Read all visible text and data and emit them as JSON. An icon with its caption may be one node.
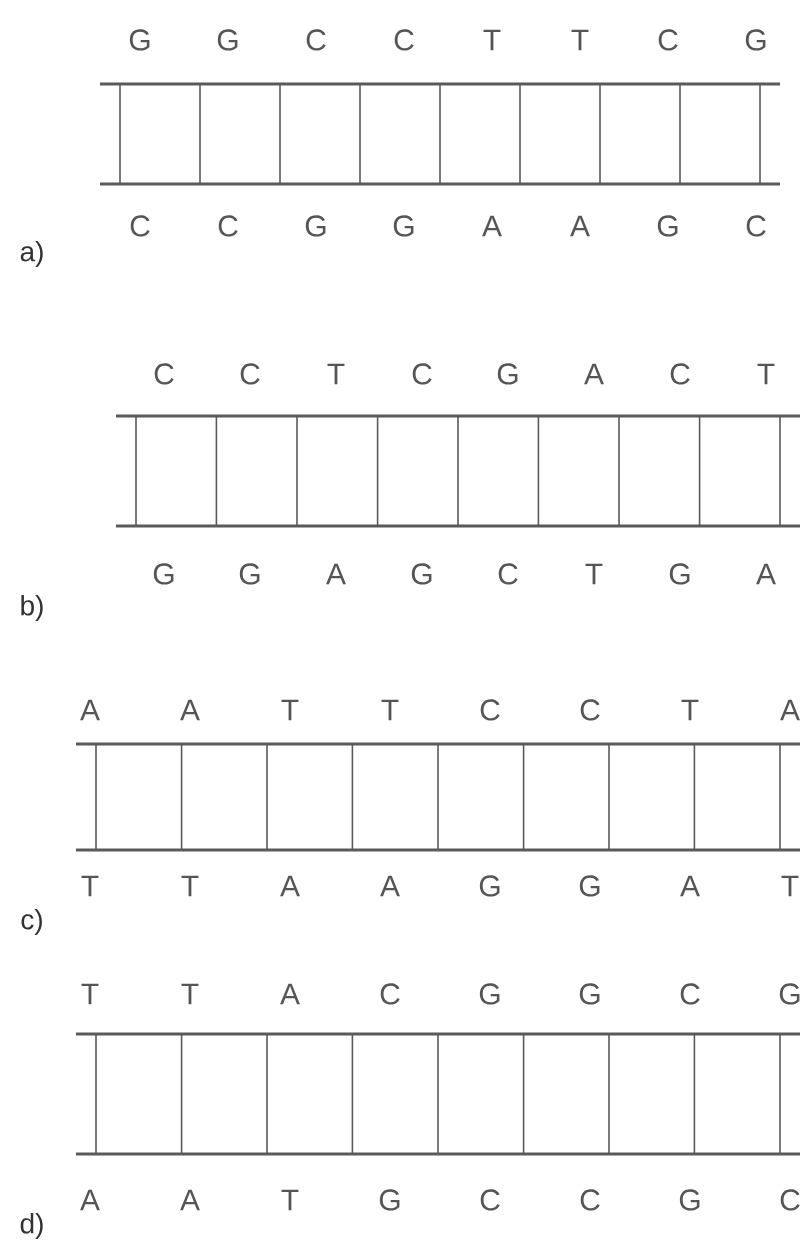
{
  "diagram": {
    "labels": [
      "G",
      "G",
      "C",
      "C",
      "T",
      "T",
      "C",
      "G",
      "C",
      "C",
      "G",
      "G",
      "A",
      "A",
      "G",
      "C",
      "a)",
      "C",
      "C",
      "T",
      "C",
      "G",
      "A",
      "C",
      "T",
      "G",
      "G",
      "A",
      "G",
      "C",
      "T",
      "G",
      "A",
      "b)",
      "A",
      "A",
      "T",
      "T",
      "C",
      "C",
      "T",
      "A",
      "T",
      "T",
      "A",
      "A",
      "G",
      "G",
      "A",
      "T",
      "c)",
      "T",
      "T",
      "A",
      "C",
      "G",
      "G",
      "C",
      "G",
      "A",
      "A",
      "T",
      "G",
      "C",
      "C",
      "G",
      "C",
      "d)"
    ]
  }
}
